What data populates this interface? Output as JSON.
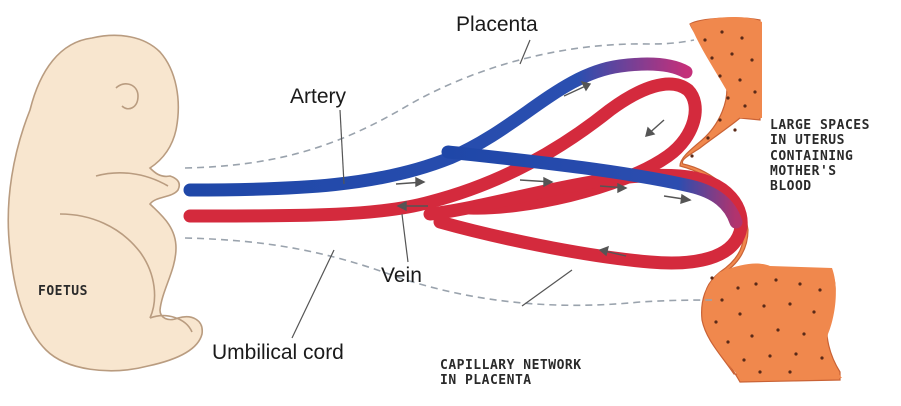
{
  "labels": {
    "placenta": "Placenta",
    "artery": "Artery",
    "vein": "Vein",
    "umbilical_cord": "Umbilical cord",
    "foetus": "FOETUS",
    "uterus_lines": [
      "LARGE SPACES",
      "IN UTERUS",
      "CONTAINING",
      "MOTHER'S",
      "BLOOD"
    ],
    "capillary_lines": [
      "CAPILLARY NETWORK",
      "IN PLACENTA"
    ]
  },
  "colors": {
    "artery": "#1f47a8",
    "vein": "#d42a3d",
    "uterus_fill": "#f0884d",
    "uterus_dot": "#5a2a18",
    "foetus_skin": "#f8e6cf",
    "foetus_outline": "#b99c80",
    "cord_outline": "#9aa3ad",
    "arrow": "#555555"
  }
}
